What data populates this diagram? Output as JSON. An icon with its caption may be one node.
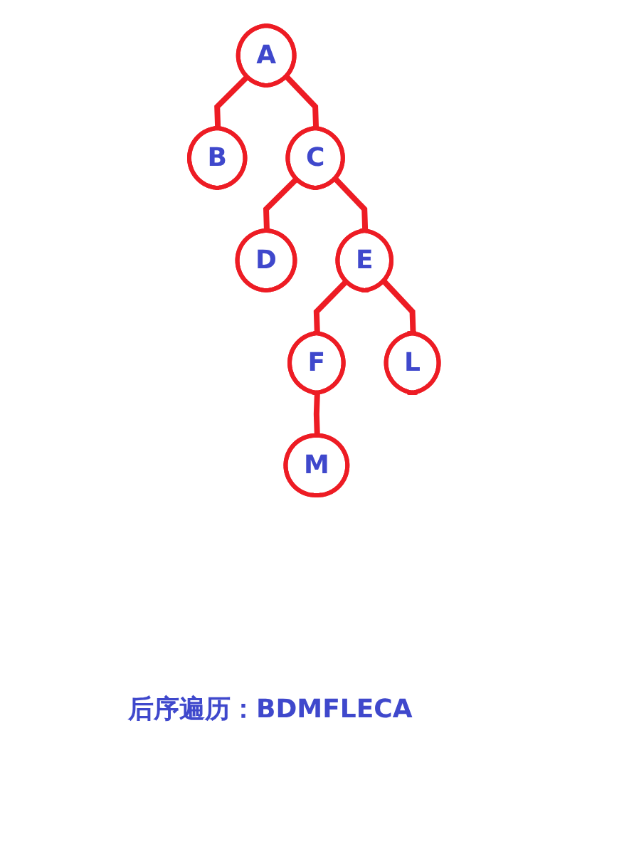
{
  "diagram": {
    "nodes": [
      {
        "text": [
          "A"
        ]
      },
      {
        "text": [
          "B"
        ]
      },
      {
        "text": [
          "C"
        ]
      },
      {
        "text": [
          "D"
        ]
      },
      {
        "text": [
          "E"
        ]
      },
      {
        "text": [
          "F"
        ]
      },
      {
        "text": [
          "L"
        ]
      },
      {
        "text": [
          "M"
        ]
      }
    ],
    "edges": [
      {
        "from": 0,
        "to": 1,
        "arrow": "none"
      },
      {
        "from": 0,
        "to": 2,
        "arrow": "none"
      },
      {
        "from": 2,
        "to": 3,
        "arrow": "none"
      },
      {
        "from": 2,
        "to": 4,
        "arrow": "none"
      },
      {
        "from": 4,
        "to": 5,
        "arrow": "none"
      },
      {
        "from": 4,
        "to": 6,
        "arrow": "none"
      },
      {
        "from": 5,
        "to": 7,
        "arrow": "none"
      }
    ],
    "labels": [
      "后序遍历：BDMFLECA"
    ]
  }
}
